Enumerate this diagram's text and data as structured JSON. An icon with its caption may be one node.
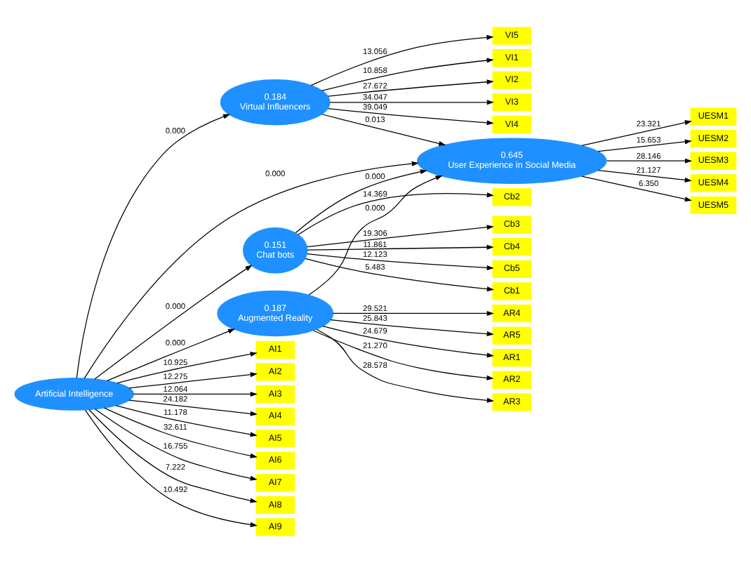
{
  "diagram": {
    "nodes": [
      {
        "text": [
          "Artificial Intelligence"
        ]
      },
      {
        "text": [
          "0.187",
          "Augmented Reality"
        ]
      },
      {
        "text": [
          "0.645",
          "User Experience in Social Media"
        ]
      },
      {
        "text": [
          "0.184",
          "Virtual Influencers"
        ]
      },
      {
        "text": [
          "0.151",
          "Chat bots"
        ]
      },
      {
        "text": [
          "AR1"
        ]
      },
      {
        "text": [
          "AR2"
        ]
      },
      {
        "text": [
          "AR3"
        ]
      },
      {
        "text": [
          "AR4"
        ]
      },
      {
        "text": [
          "AR5"
        ]
      },
      {
        "text": [
          "AI1"
        ]
      },
      {
        "text": [
          "AI2"
        ]
      },
      {
        "text": [
          "AI3"
        ]
      },
      {
        "text": [
          "AI4"
        ]
      },
      {
        "text": [
          "AI5"
        ]
      },
      {
        "text": [
          "AI6"
        ]
      },
      {
        "text": [
          "AI7"
        ]
      },
      {
        "text": [
          "AI8"
        ]
      },
      {
        "text": [
          "AI9"
        ]
      },
      {
        "text": [
          "VI1"
        ]
      },
      {
        "text": [
          "VI2"
        ]
      },
      {
        "text": [
          "VI3"
        ]
      },
      {
        "text": [
          "VI4"
        ]
      },
      {
        "text": [
          "VI5"
        ]
      },
      {
        "text": [
          "UESM1"
        ]
      },
      {
        "text": [
          "UESM2"
        ]
      },
      {
        "text": [
          "UESM3"
        ]
      },
      {
        "text": [
          "UESM4"
        ]
      },
      {
        "text": [
          "UESM5"
        ]
      },
      {
        "text": [
          "Cb1"
        ]
      },
      {
        "text": [
          "Cb2"
        ]
      },
      {
        "text": [
          "Cb3"
        ]
      },
      {
        "text": [
          "Cb4"
        ]
      },
      {
        "text": [
          "Cb5"
        ]
      }
    ],
    "edges": [
      {
        "from": 0,
        "to": 1,
        "arrow": "to",
        "label": "0.000"
      },
      {
        "from": 0,
        "to": 2,
        "arrow": "to",
        "label": "0.000"
      },
      {
        "from": 0,
        "to": 3,
        "arrow": "to",
        "label": "0.000"
      },
      {
        "from": 0,
        "to": 4,
        "arrow": "to",
        "label": "0.000"
      },
      {
        "from": 1,
        "to": 2,
        "arrow": "to",
        "label": "0.000"
      },
      {
        "from": 3,
        "to": 2,
        "arrow": "to",
        "label": "0.013"
      },
      {
        "from": 4,
        "to": 2,
        "arrow": "to",
        "label": "0.000"
      },
      {
        "from": 1,
        "to": 5,
        "arrow": "to",
        "label": "24.679"
      },
      {
        "from": 1,
        "to": 6,
        "arrow": "to",
        "label": "21.270"
      },
      {
        "from": 1,
        "to": 7,
        "arrow": "to",
        "label": "28.578"
      },
      {
        "from": 1,
        "to": 8,
        "arrow": "to",
        "label": "29.521"
      },
      {
        "from": 1,
        "to": 9,
        "arrow": "to",
        "label": "25.843"
      },
      {
        "from": 0,
        "to": 10,
        "arrow": "to",
        "label": "10.925"
      },
      {
        "from": 0,
        "to": 11,
        "arrow": "to",
        "label": "12.275"
      },
      {
        "from": 0,
        "to": 12,
        "arrow": "to",
        "label": "12.064"
      },
      {
        "from": 0,
        "to": 13,
        "arrow": "to",
        "label": "24.182"
      },
      {
        "from": 0,
        "to": 14,
        "arrow": "to",
        "label": "11.178"
      },
      {
        "from": 0,
        "to": 15,
        "arrow": "to",
        "label": "32.611"
      },
      {
        "from": 0,
        "to": 16,
        "arrow": "to",
        "label": "16.755"
      },
      {
        "from": 0,
        "to": 17,
        "arrow": "to",
        "label": "7.222"
      },
      {
        "from": 0,
        "to": 18,
        "arrow": "to",
        "label": "10.492"
      },
      {
        "from": 3,
        "to": 19,
        "arrow": "to",
        "label": "10.858"
      },
      {
        "from": 3,
        "to": 20,
        "arrow": "to",
        "label": "27.672"
      },
      {
        "from": 3,
        "to": 21,
        "arrow": "to",
        "label": "34.047"
      },
      {
        "from": 3,
        "to": 22,
        "arrow": "to",
        "label": "39.049"
      },
      {
        "from": 3,
        "to": 23,
        "arrow": "to",
        "label": "13.056"
      },
      {
        "from": 2,
        "to": 24,
        "arrow": "to",
        "label": "23.321"
      },
      {
        "from": 2,
        "to": 25,
        "arrow": "to",
        "label": "15.653"
      },
      {
        "from": 2,
        "to": 26,
        "arrow": "to",
        "label": "28.146"
      },
      {
        "from": 2,
        "to": 27,
        "arrow": "to",
        "label": "21.127"
      },
      {
        "from": 2,
        "to": 28,
        "arrow": "to",
        "label": "6.350"
      },
      {
        "from": 4,
        "to": 29,
        "arrow": "to",
        "label": "5.483"
      },
      {
        "from": 4,
        "to": 30,
        "arrow": "to",
        "label": "14.369"
      },
      {
        "from": 4,
        "to": 31,
        "arrow": "to",
        "label": "19.306"
      },
      {
        "from": 4,
        "to": 32,
        "arrow": "to",
        "label": "11.861"
      },
      {
        "from": 4,
        "to": 33,
        "arrow": "to",
        "label": "12.123"
      }
    ]
  }
}
